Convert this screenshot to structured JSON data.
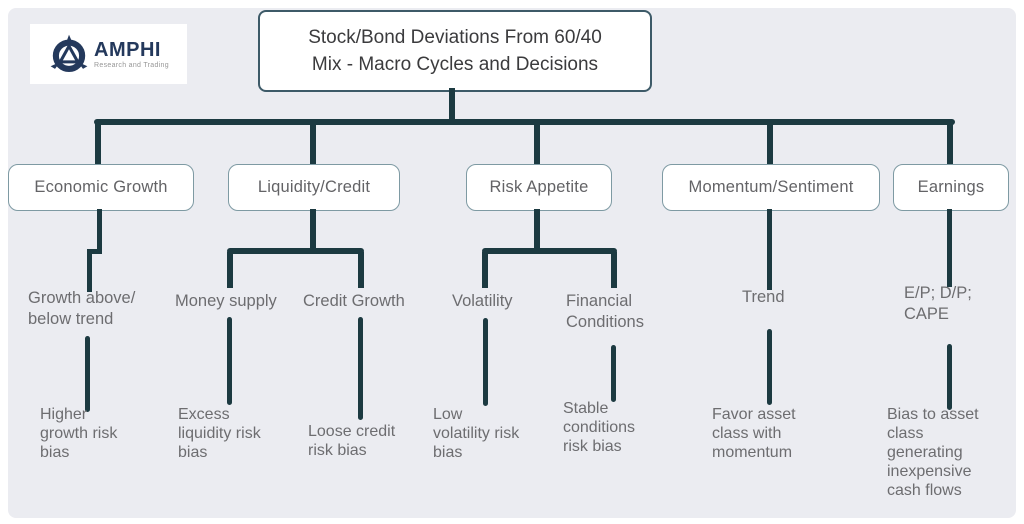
{
  "app": {
    "background_color": "#ebecf1",
    "frame_color": "#ffffff",
    "connector_color": "#1c3a41",
    "box_border_color": "#7e9aa3",
    "title_border_color": "#3d5a68"
  },
  "logo": {
    "name": "AMPHI",
    "tagline": "Research and Trading"
  },
  "title": {
    "text": "Stock/Bond Deviations From 60/40\nMix - Macro Cycles and Decisions"
  },
  "branches": [
    {
      "label": "Economic Growth",
      "children": [
        {
          "factor": "Growth above/\nbelow trend",
          "outcome": "Higher\ngrowth risk\nbias"
        }
      ]
    },
    {
      "label": "Liquidity/Credit",
      "children": [
        {
          "factor": "Money supply",
          "outcome": "Excess\nliquidity risk\nbias"
        },
        {
          "factor": "Credit Growth",
          "outcome": "Loose credit\nrisk bias"
        }
      ]
    },
    {
      "label": "Risk Appetite",
      "children": [
        {
          "factor": "Volatility",
          "outcome": "Low\nvolatility risk\nbias"
        },
        {
          "factor": "Financial\nConditions",
          "outcome": "Stable\nconditions\nrisk bias"
        }
      ]
    },
    {
      "label": "Momentum/Sentiment",
      "children": [
        {
          "factor": "Trend",
          "outcome": "Favor asset\nclass with\nmomentum"
        }
      ]
    },
    {
      "label": "Earnings",
      "children": [
        {
          "factor": "E/P; D/P;\nCAPE",
          "outcome": "Bias to asset\nclass\ngenerating\ninexpensive\ncash flows"
        }
      ]
    }
  ]
}
